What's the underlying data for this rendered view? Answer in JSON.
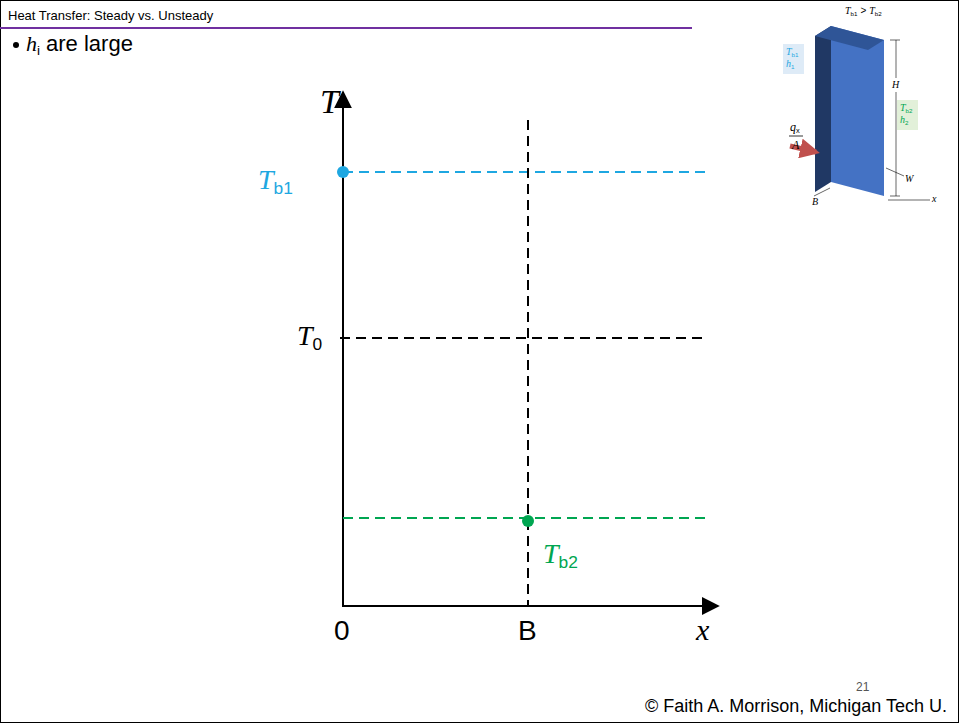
{
  "diagram": {
    "title": "Heat Transfer: Steady vs. Unsteady",
    "nodes": [
      {
        "text": [
          "T",
          "b1",
          "h",
          "1"
        ]
      },
      {
        "text": [
          "T",
          "b2",
          "h",
          "2"
        ]
      }
    ],
    "labels": [
      "h",
      "i",
      "are large",
      "T",
      "T",
      "b1",
      "T",
      "0",
      "T",
      "b2",
      "0",
      "B",
      "x",
      "© Faith A. Morrison, Michigan Tech U.",
      "21",
      "T",
      "b1",
      ">",
      "T",
      "b2",
      "q",
      "x",
      "A",
      "H",
      "W",
      "B",
      "x"
    ]
  }
}
